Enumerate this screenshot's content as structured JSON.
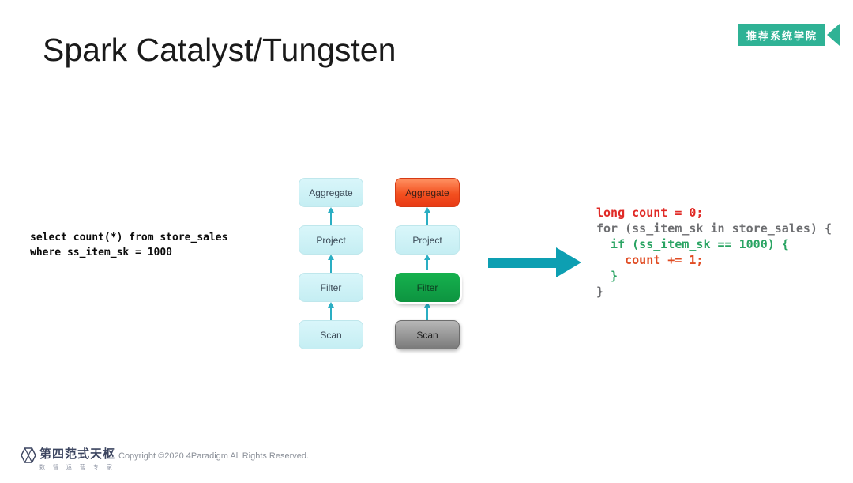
{
  "slide": {
    "title": "Spark Catalyst/Tungsten",
    "badge": "推荐系统学院"
  },
  "sql": {
    "line1": "select count(*) from store_sales",
    "line2": "where ss_item_sk = 1000"
  },
  "plans": {
    "logical": {
      "nodes": [
        "Aggregate",
        "Project",
        "Filter",
        "Scan"
      ]
    },
    "physical": {
      "nodes": [
        "Aggregate",
        "Project",
        "Filter",
        "Scan"
      ]
    }
  },
  "code": {
    "lines": [
      {
        "text": "long count = 0;",
        "color": "#e02a26"
      },
      {
        "text": "for (ss_item_sk in store_sales) {",
        "color": "#6d6e71"
      },
      {
        "text": "  if (ss_item_sk == 1000) {",
        "color": "#2aa463"
      },
      {
        "text": "    count += 1;",
        "color": "#e04b22"
      },
      {
        "text": "  }",
        "color": "#2aa463"
      },
      {
        "text": "}",
        "color": "#6d6e71"
      }
    ]
  },
  "footer": {
    "brand": "第四范式天枢",
    "tagline": "数 智 运 营 专 家",
    "copyright": "Copyright ©2020 4Paradigm All Rights Reserved."
  },
  "colors": {
    "badge_teal": "#2fb295",
    "transform_arrow_teal": "#0d9fb2",
    "node_arrow_teal": "#2aaec3",
    "node_cyan": "#c9f0f4",
    "node_red_top": "#ff9263",
    "node_red_bottom": "#e83a15",
    "node_green": "#10a449",
    "node_gray_top": "#b7b7b7",
    "node_gray_bottom": "#7a7a7a",
    "logo_navy": "#3c4560"
  }
}
